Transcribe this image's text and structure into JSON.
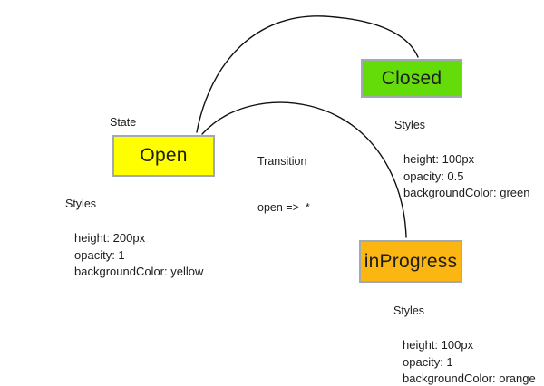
{
  "diagram": {
    "state_caption": "State",
    "transition_label": {
      "line1": "Transition",
      "line2": "open =>  *"
    },
    "states": {
      "open": {
        "label": "Open",
        "fill": "#FFFF00",
        "styles_title": "Styles",
        "styles": [
          "height: 200px",
          "opacity: 1",
          "backgroundColor: yellow"
        ]
      },
      "closed": {
        "label": "Closed",
        "fill": "#64DC0A",
        "styles_title": "Styles",
        "styles": [
          "height: 100px",
          "opacity: 0.5",
          "backgroundColor: green"
        ]
      },
      "in_progress": {
        "label": "inProgress",
        "fill": "#FBB612",
        "styles_title": "Styles",
        "styles": [
          "height: 100px",
          "opacity: 1",
          "backgroundColor: orange"
        ]
      }
    },
    "connectors": [
      {
        "name": "open-to-closed-arc"
      },
      {
        "name": "open-to-inprogress-arc"
      }
    ],
    "stroke_color": "#111111",
    "box_border_color": "#a3a9b3"
  }
}
